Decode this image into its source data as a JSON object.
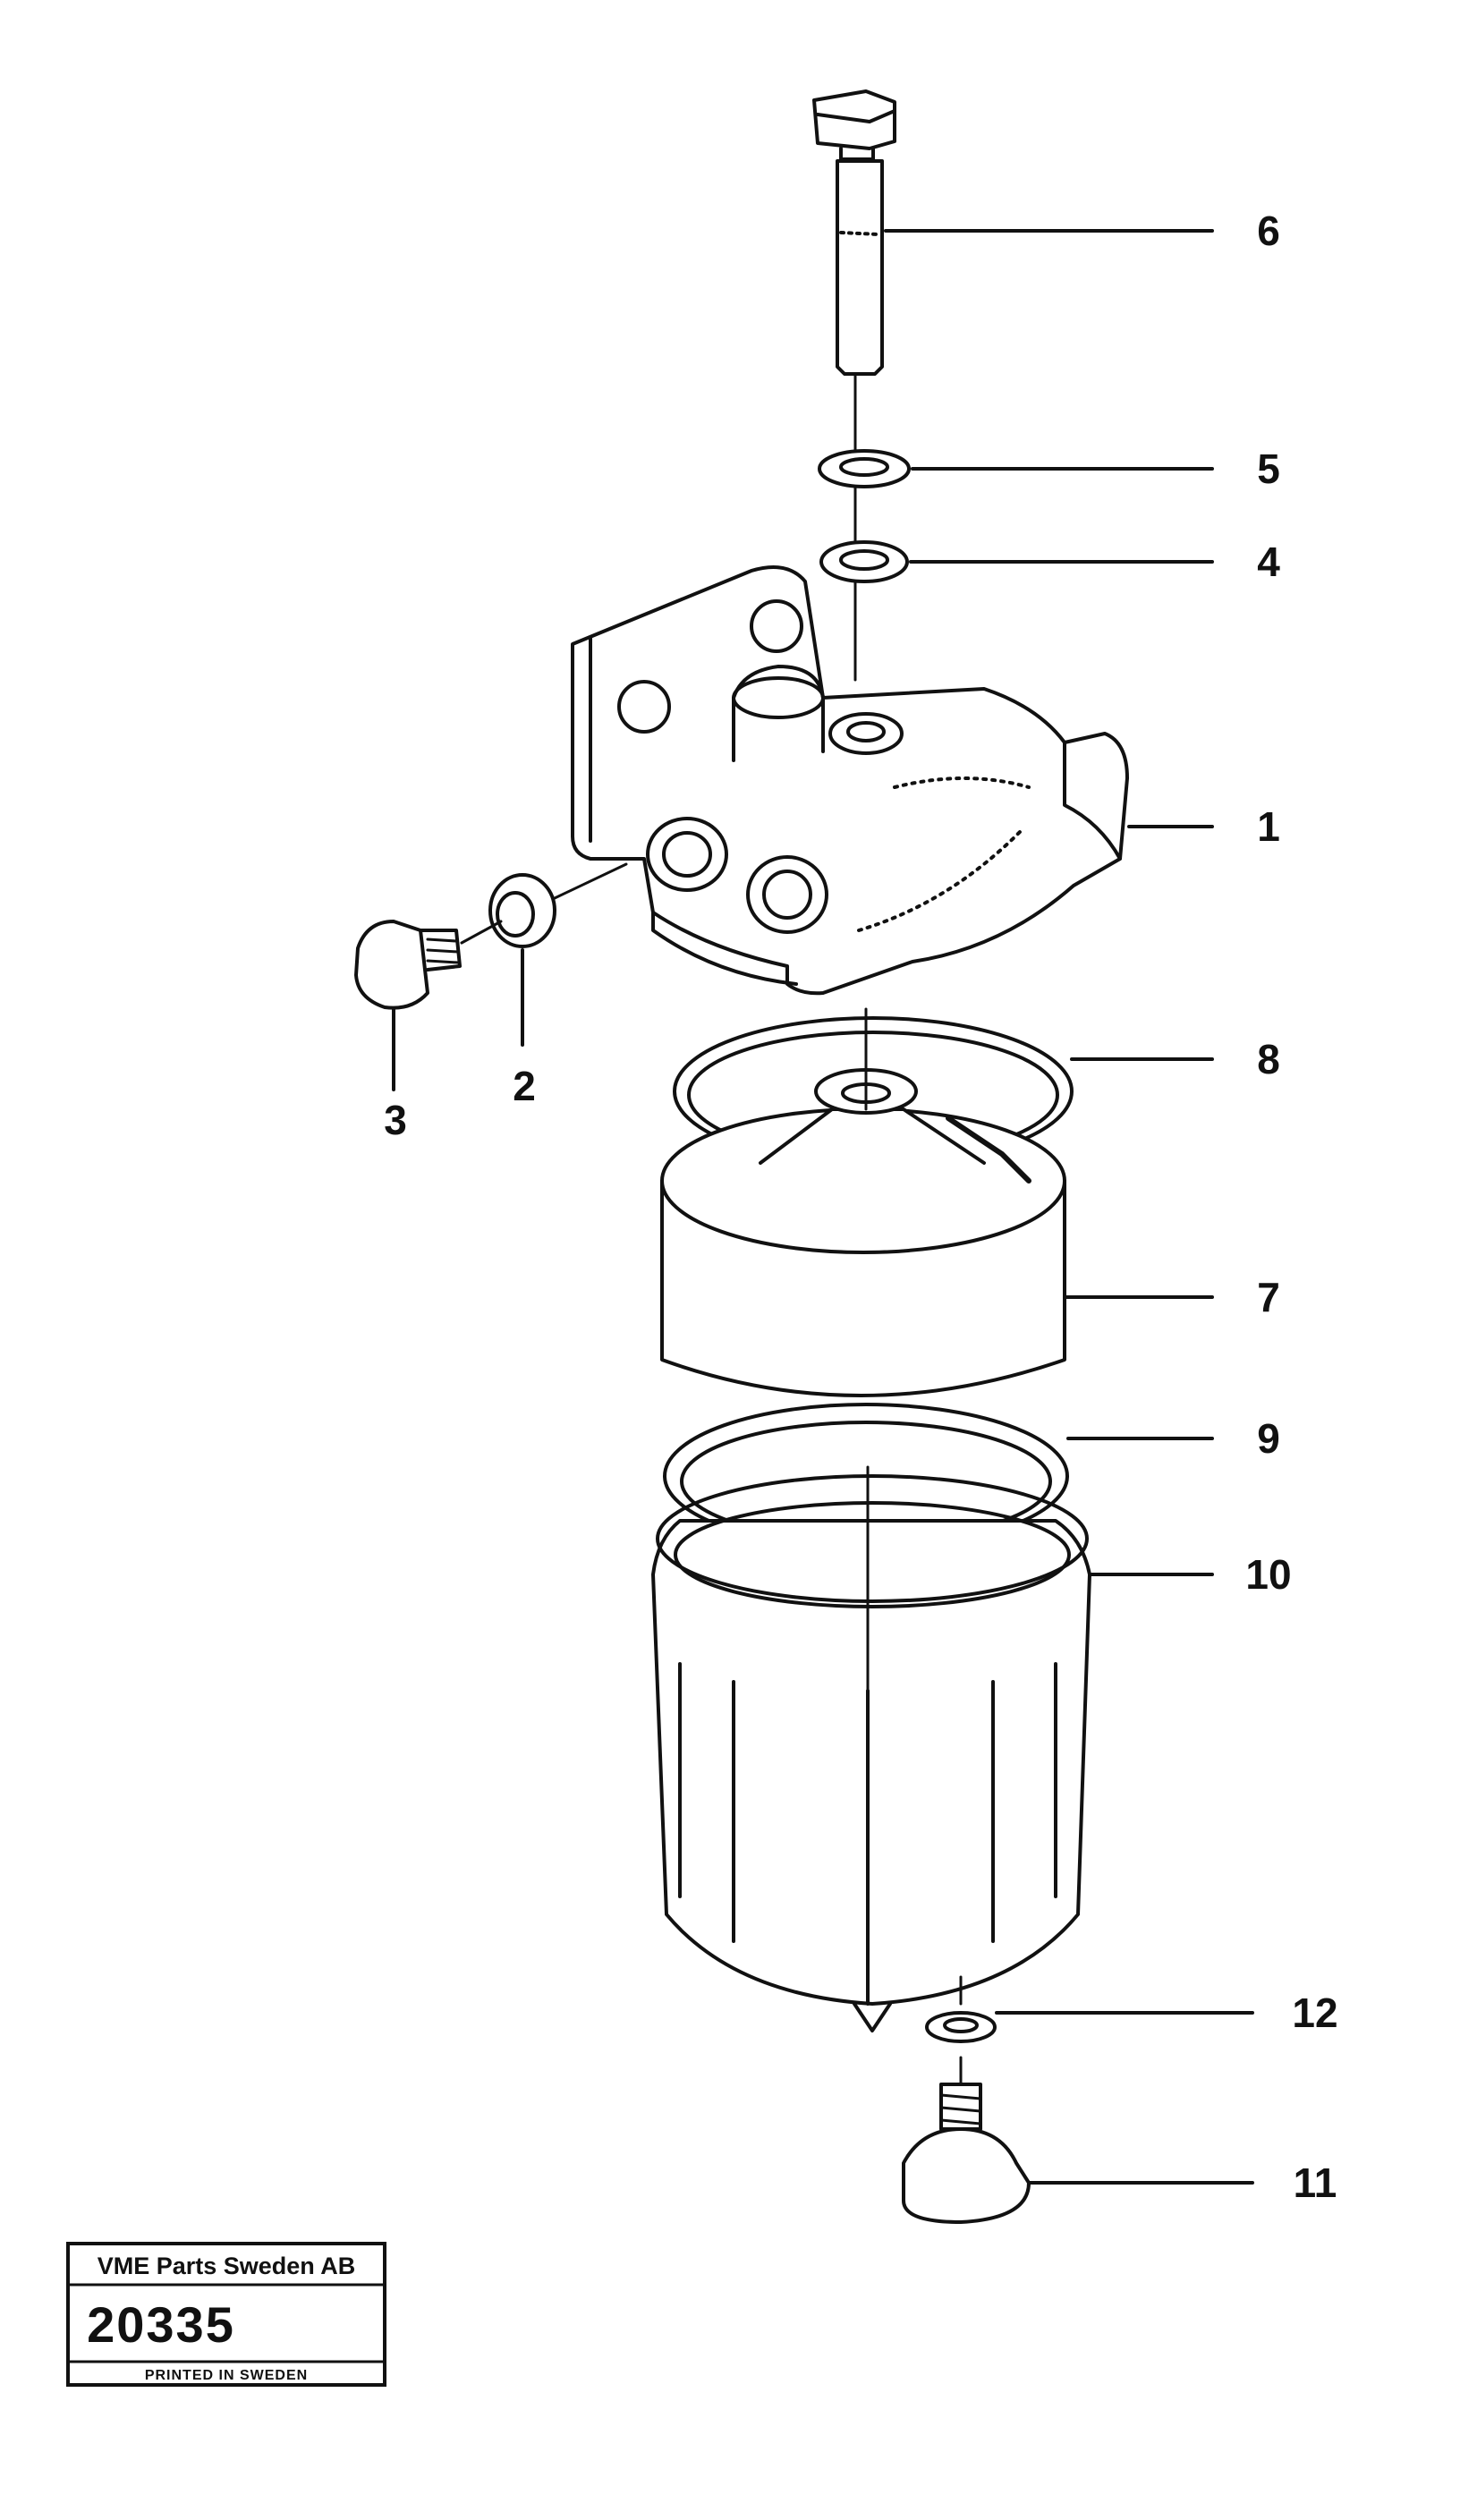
{
  "callouts": {
    "c1": "1",
    "c2": "2",
    "c3": "3",
    "c4": "4",
    "c5": "5",
    "c6": "6",
    "c7": "7",
    "c8": "8",
    "c9": "9",
    "c10": "10",
    "c11": "11",
    "c12": "12"
  },
  "stamp": {
    "company": "VME Parts Sweden AB",
    "number": "20335",
    "footer": "PRINTED IN SWEDEN"
  },
  "colors": {
    "ink": "#111111",
    "paper": "#ffffff"
  }
}
